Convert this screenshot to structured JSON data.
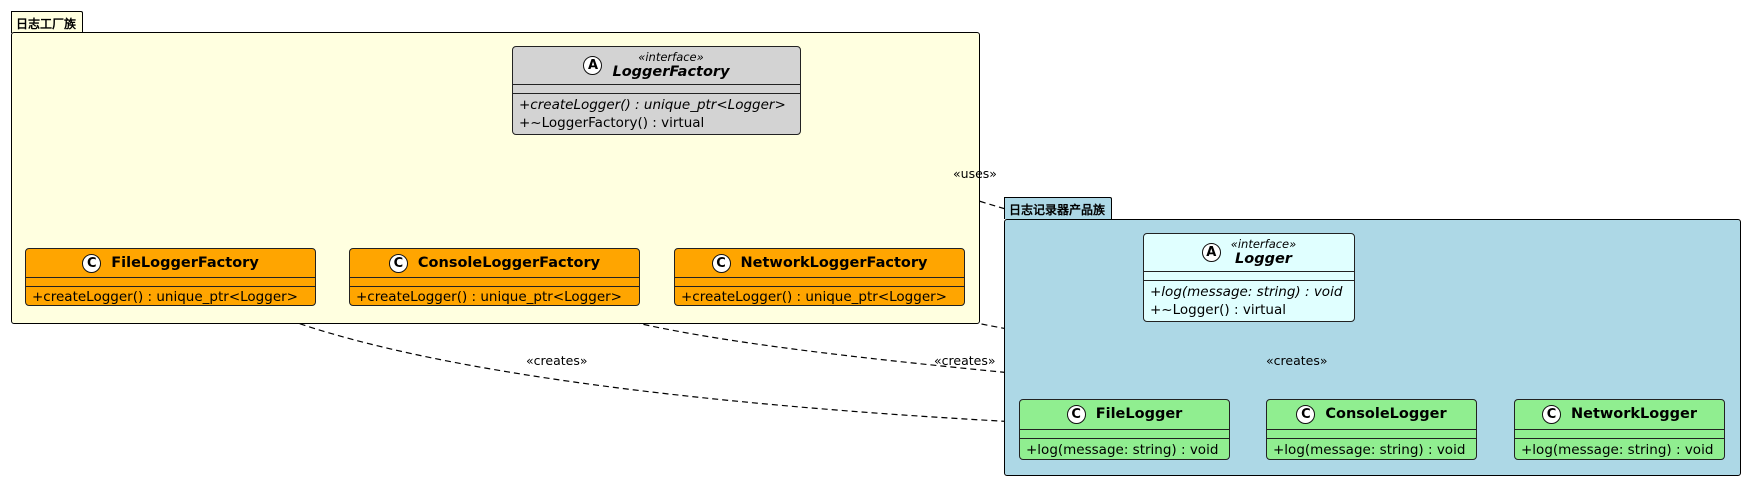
{
  "packages": {
    "factory": {
      "title": "日志工厂族",
      "color": "#ffffe0"
    },
    "products": {
      "title": "日志记录器产品族",
      "color": "#add8e6"
    }
  },
  "classes": {
    "logger_factory": {
      "kind_glyph": "A",
      "stereotype": "«interface»",
      "name": "LoggerFactory",
      "color": "#d3d3d3",
      "ops": [
        "+createLogger() : unique_ptr<Logger>",
        "+~LoggerFactory() : virtual"
      ]
    },
    "file_logger_factory": {
      "kind_glyph": "C",
      "name": "FileLoggerFactory",
      "color": "#ffa500",
      "ops": [
        "+createLogger() : unique_ptr<Logger>"
      ]
    },
    "console_logger_factory": {
      "kind_glyph": "C",
      "name": "ConsoleLoggerFactory",
      "color": "#ffa500",
      "ops": [
        "+createLogger() : unique_ptr<Logger>"
      ]
    },
    "network_logger_factory": {
      "kind_glyph": "C",
      "name": "NetworkLoggerFactory",
      "color": "#ffa500",
      "ops": [
        "+createLogger() : unique_ptr<Logger>"
      ]
    },
    "logger": {
      "kind_glyph": "A",
      "stereotype": "«interface»",
      "name": "Logger",
      "color": "#e0ffff",
      "ops": [
        "+log(message: string) : void",
        "+~Logger() : virtual"
      ]
    },
    "file_logger": {
      "kind_glyph": "C",
      "name": "FileLogger",
      "color": "#90ee90",
      "ops": [
        "+log(message: string) : void"
      ]
    },
    "console_logger": {
      "kind_glyph": "C",
      "name": "ConsoleLogger",
      "color": "#90ee90",
      "ops": [
        "+log(message: string) : void"
      ]
    },
    "network_logger": {
      "kind_glyph": "C",
      "name": "NetworkLogger",
      "color": "#90ee90",
      "ops": [
        "+log(message: string) : void"
      ]
    }
  },
  "edges": {
    "uses_label": "«uses»",
    "creates_label": "«creates»"
  }
}
